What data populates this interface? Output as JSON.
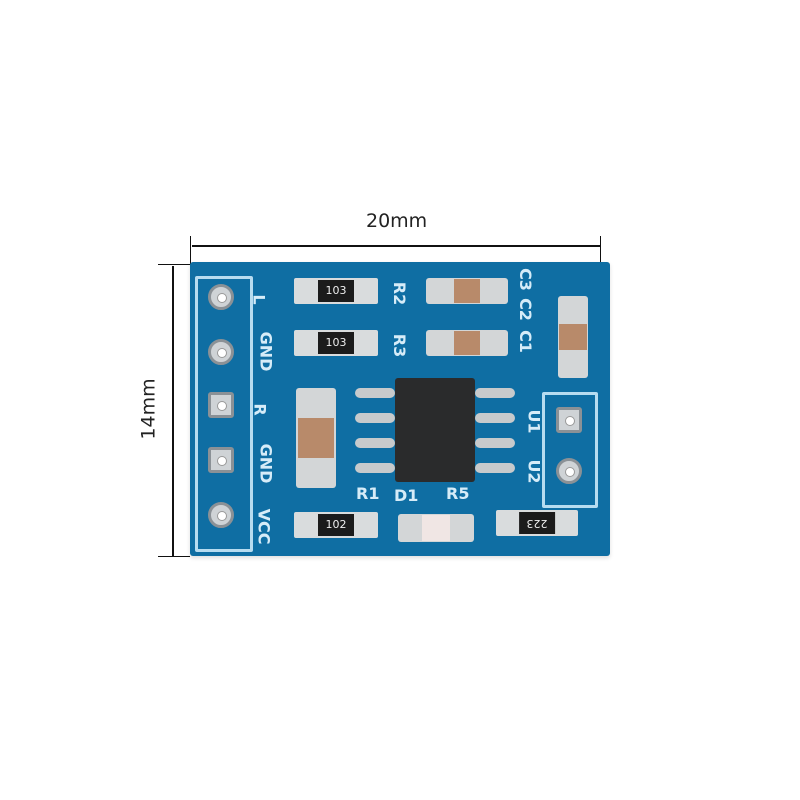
{
  "dimensions": {
    "width": "20mm",
    "height": "14mm"
  },
  "pin_labels": [
    "L",
    "GND",
    "R",
    "GND",
    "VCC"
  ],
  "silkscreen": {
    "r2": "R2",
    "r3": "R3",
    "c3": "C3",
    "c2": "C2",
    "c1": "C1",
    "u1": "U1",
    "u2": "U2",
    "r1": "R1",
    "d1": "D1",
    "r5": "R5"
  },
  "resistor_codes": {
    "r2": "103",
    "r3": "103",
    "r1": "102",
    "r5": "223"
  },
  "colors": {
    "pcb": "#0f6ea3",
    "silk": "#b7dcf0"
  }
}
